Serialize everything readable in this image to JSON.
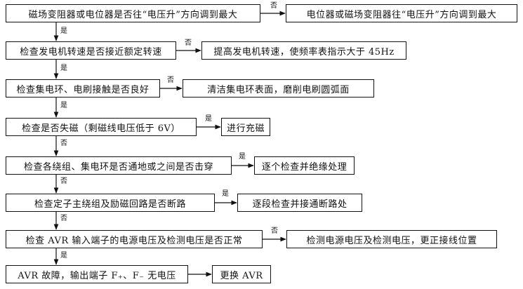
{
  "steps": [
    {
      "check": "磁场变阻器或电位器是否往“电压升”方向调到最大",
      "no_label": "否",
      "fix": "电位器或磁场变阻器往“电压升”方向调到最大",
      "down_label": "是"
    },
    {
      "check": "检查发电机转速是否接近额定转速",
      "no_label": "否",
      "fix": "提高发电机转速，使频率表指示大于 45Hz",
      "down_label": "是"
    },
    {
      "check": "检查集电环、电刷接触是否良好",
      "no_label": "否",
      "fix": "清洁集电环表面，磨削电刷圆弧面",
      "down_label": "是"
    },
    {
      "check": "检查是否失磁（剩磁线电压低于 6V）",
      "yes_label": "是",
      "fix": "进行充磁",
      "down_label": "否"
    },
    {
      "check": "检查各绕组、集电环是否通地或之间是否击穿",
      "yes_label": "是",
      "fix": "逐个检查并绝缘处理",
      "down_label": "否"
    },
    {
      "check": "检查定子主绕组及励磁回路是否断路",
      "yes_label": "是",
      "fix": "逐段检查并接通断路处",
      "down_label": "否"
    },
    {
      "check": "检查 AVR 输入端子的电源电压及检测电压是否正常",
      "no_label": "否",
      "fix": "检测电源电压及检测电压，更正接线位置",
      "down_label": "是"
    },
    {
      "check": "AVR 故障，输出端子 F₊、F₋ 无电压",
      "fix": "更换 AVR"
    }
  ]
}
